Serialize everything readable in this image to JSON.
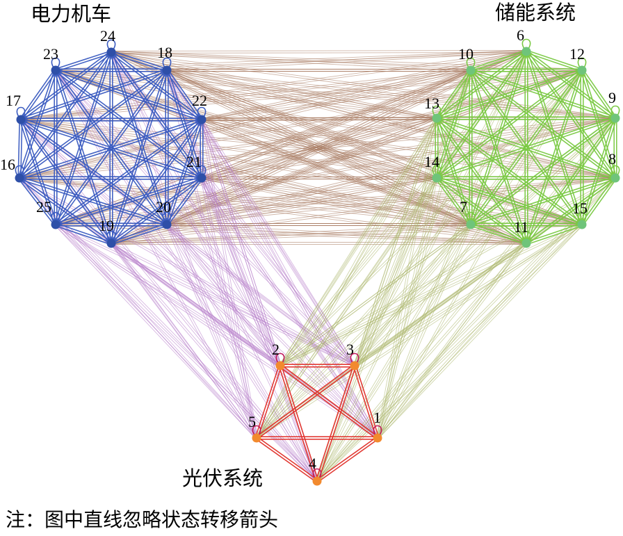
{
  "titles": {
    "locomotive": "电力机车",
    "storage": "储能系统",
    "pv": "光伏系统"
  },
  "note": "注：图中直线忽略状态转移箭头",
  "colors": {
    "locomotive_node": "#2e4fa8",
    "locomotive_edge": "#3a5bc0",
    "storage_node": "#6fc47a",
    "storage_edge": "#7ac943",
    "pv_node": "#f28a2e",
    "pv_edge": "#e0302a",
    "loco_storage_edge": "#a87a60",
    "loco_pv_edge": "#b57ac8",
    "storage_pv_edge": "#a9b567"
  },
  "nodes": [
    {
      "id": "1",
      "group": "pv"
    },
    {
      "id": "2",
      "group": "pv"
    },
    {
      "id": "3",
      "group": "pv"
    },
    {
      "id": "4",
      "group": "pv"
    },
    {
      "id": "5",
      "group": "pv"
    },
    {
      "id": "6",
      "group": "storage"
    },
    {
      "id": "7",
      "group": "storage"
    },
    {
      "id": "8",
      "group": "storage"
    },
    {
      "id": "9",
      "group": "storage"
    },
    {
      "id": "10",
      "group": "storage"
    },
    {
      "id": "11",
      "group": "storage"
    },
    {
      "id": "12",
      "group": "storage"
    },
    {
      "id": "13",
      "group": "storage"
    },
    {
      "id": "14",
      "group": "storage"
    },
    {
      "id": "15",
      "group": "storage"
    },
    {
      "id": "16",
      "group": "locomotive"
    },
    {
      "id": "17",
      "group": "locomotive"
    },
    {
      "id": "18",
      "group": "locomotive"
    },
    {
      "id": "19",
      "group": "locomotive"
    },
    {
      "id": "20",
      "group": "locomotive"
    },
    {
      "id": "21",
      "group": "locomotive"
    },
    {
      "id": "22",
      "group": "locomotive"
    },
    {
      "id": "23",
      "group": "locomotive"
    },
    {
      "id": "24",
      "group": "locomotive"
    },
    {
      "id": "25",
      "group": "locomotive"
    }
  ]
}
